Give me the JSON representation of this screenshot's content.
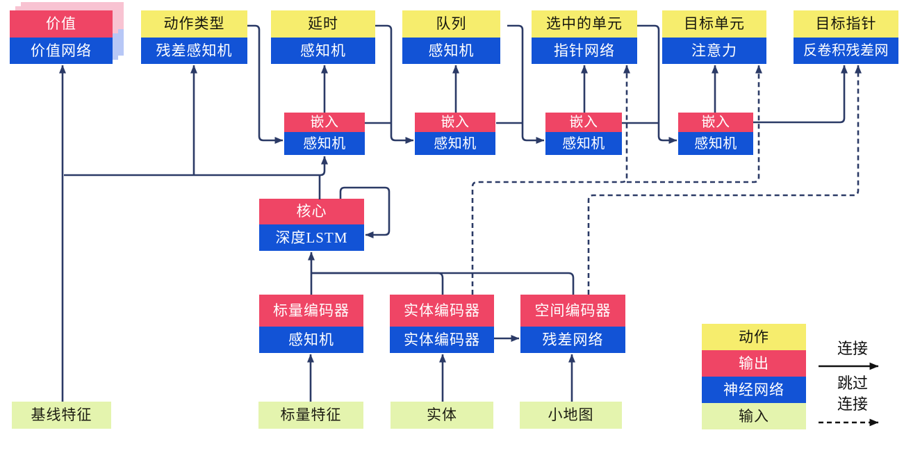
{
  "colors": {
    "action": "#f6ed6d",
    "output": "#ef4565",
    "network": "#1253d6",
    "input": "#e4f4ae",
    "ghost-pink": "#f8c3d2",
    "ghost-blue": "#b7c7f6",
    "wire": "#2b3a66",
    "legend-arrow": "#111111"
  },
  "heads": [
    {
      "top": "价值",
      "bottom": "价值网络"
    },
    {
      "top": "动作类型",
      "bottom": "残差感知机"
    },
    {
      "top": "延时",
      "bottom": "感知机"
    },
    {
      "top": "队列",
      "bottom": "感知机"
    },
    {
      "top": "选中的单元",
      "bottom": "指针网络"
    },
    {
      "top": "目标单元",
      "bottom": "注意力"
    },
    {
      "top": "目标指针",
      "bottom": "反卷积残差网"
    }
  ],
  "embeds": [
    {
      "top": "嵌入",
      "bottom": "感知机"
    },
    {
      "top": "嵌入",
      "bottom": "感知机"
    },
    {
      "top": "嵌入",
      "bottom": "感知机"
    },
    {
      "top": "嵌入",
      "bottom": "感知机"
    }
  ],
  "core": {
    "top": "核心",
    "bottom": "深度LSTM"
  },
  "encoders": [
    {
      "top": "标量编码器",
      "bottom": "感知机"
    },
    {
      "top": "实体编码器",
      "bottom": "实体编码器"
    },
    {
      "top": "空间编码器",
      "bottom": "残差网络"
    }
  ],
  "inputs": [
    {
      "label": "基线特征"
    },
    {
      "label": "标量特征"
    },
    {
      "label": "实体"
    },
    {
      "label": "小地图"
    }
  ],
  "legend": {
    "swatches": [
      {
        "label": "动作"
      },
      {
        "label": "输出"
      },
      {
        "label": "神经网络"
      },
      {
        "label": "输入"
      }
    ],
    "connection_label": "连接",
    "skip_label_line1": "跳过",
    "skip_label_line2": "连接"
  }
}
